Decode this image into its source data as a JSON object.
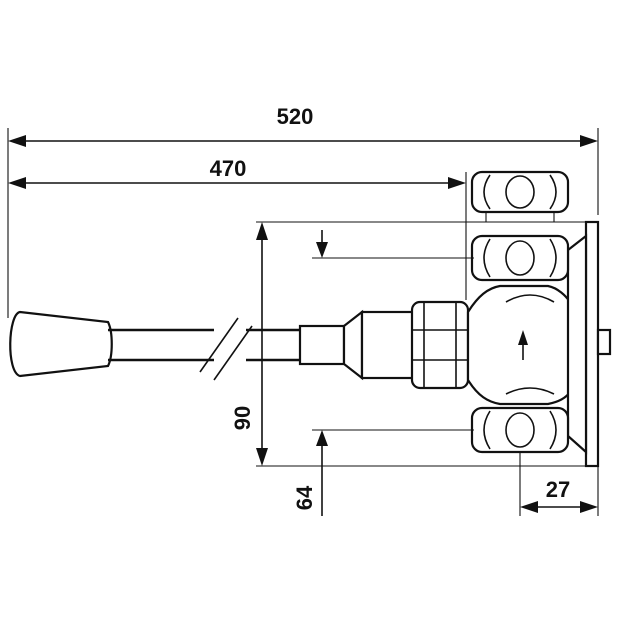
{
  "drawing": {
    "dimensions": {
      "overall_length": "520",
      "handle_to_nut": "470",
      "height_outer": "90",
      "height_inner": "64",
      "flange_depth": "27"
    }
  }
}
